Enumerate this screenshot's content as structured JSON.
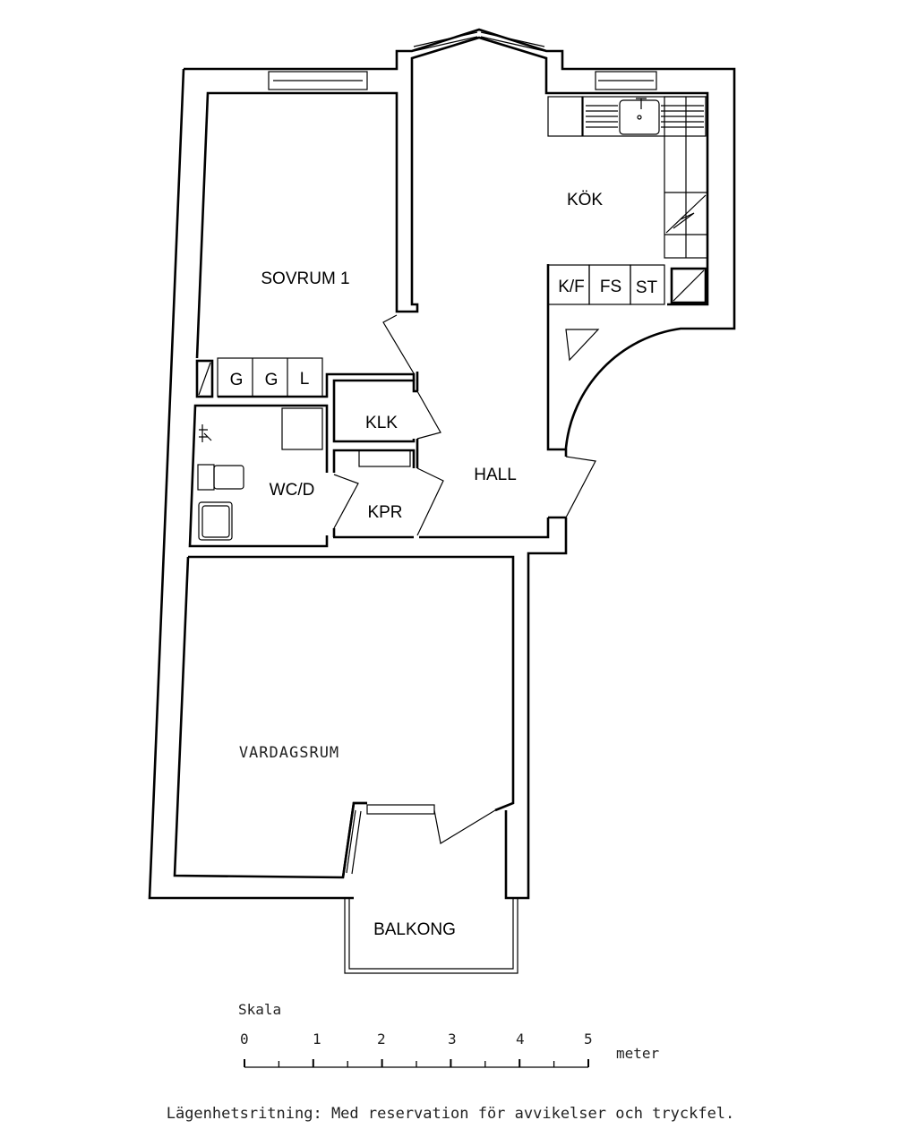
{
  "rooms": {
    "sovrum": "SOVRUM 1",
    "kok": "KÖK",
    "kf": "K/F",
    "fs": "FS",
    "st": "ST",
    "g1": "G",
    "g2": "G",
    "l": "L",
    "klk": "KLK",
    "wcd": "WC/D",
    "kpr": "KPR",
    "hall": "HALL",
    "vardagsrum": "VARDAGSRUM",
    "balkong": "BALKONG"
  },
  "scale": {
    "title": "Skala",
    "ticks": [
      "0",
      "1",
      "2",
      "3",
      "4",
      "5"
    ],
    "unit": "meter"
  },
  "footer": "Lägenhetsritning: Med reservation för avvikelser och tryckfel."
}
